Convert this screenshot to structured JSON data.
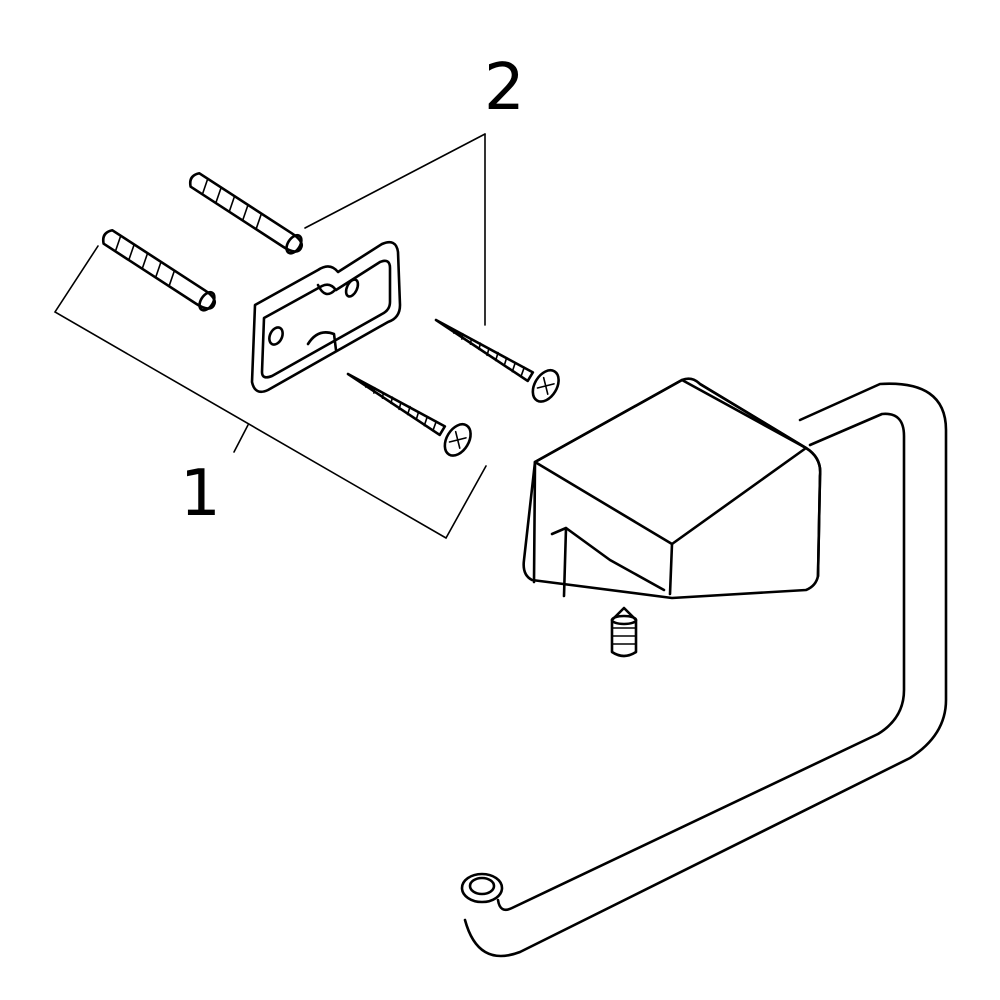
{
  "callouts": {
    "label_1": "1",
    "label_2": "2"
  },
  "parts": [
    {
      "name": "wall-plug",
      "count": 2
    },
    {
      "name": "wall-bracket",
      "count": 1
    },
    {
      "name": "wood-screw",
      "count": 2
    },
    {
      "name": "set-screw",
      "count": 1
    },
    {
      "name": "holder-body",
      "count": 1
    },
    {
      "name": "paper-roll-arm",
      "count": 1
    }
  ],
  "colors": {
    "line": "#000000",
    "background": "#ffffff"
  }
}
